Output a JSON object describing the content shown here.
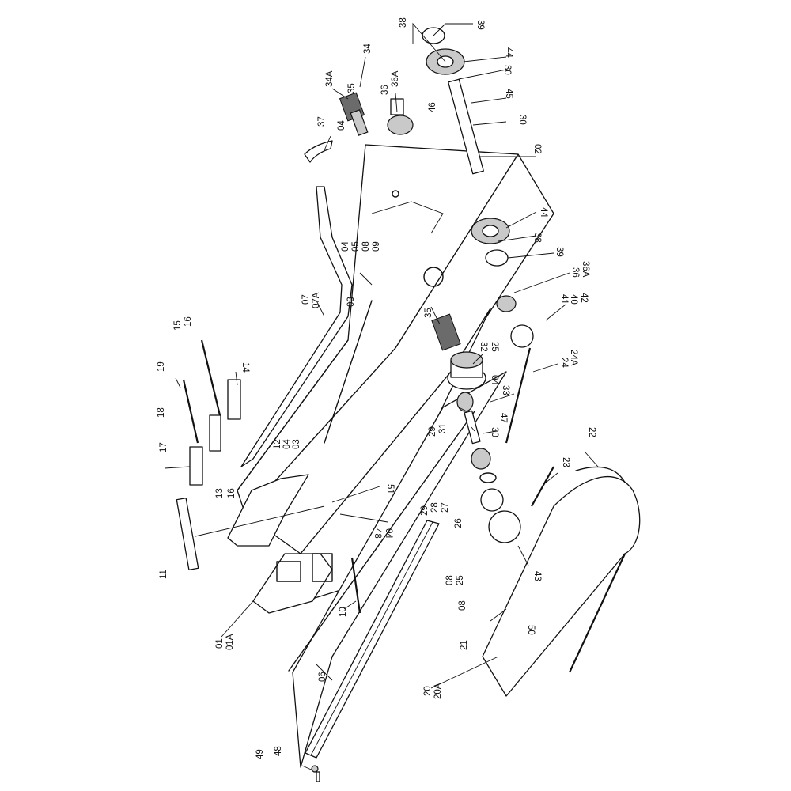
{
  "labels": [
    "39",
    "38",
    "44",
    "30",
    "34A",
    "34",
    "35",
    "36",
    "36A",
    "46",
    "45",
    "37",
    "04",
    "30",
    "02",
    "44",
    "38",
    "39",
    "04",
    "05",
    "08",
    "09",
    "36",
    "36A",
    "07",
    "07A",
    "03",
    "41",
    "40",
    "42",
    "35",
    "32",
    "25",
    "24",
    "24A",
    "15",
    "16",
    "14",
    "19",
    "04",
    "33",
    "18",
    "12",
    "04",
    "03",
    "29",
    "31",
    "47",
    "30",
    "22",
    "17",
    "13",
    "16",
    "29",
    "28",
    "27",
    "23",
    "26",
    "51",
    "11",
    "48",
    "04",
    "43",
    "08",
    "25",
    "08",
    "10",
    "50",
    "01",
    "01A",
    "21",
    "06",
    "20",
    "20A",
    "49",
    "48"
  ]
}
